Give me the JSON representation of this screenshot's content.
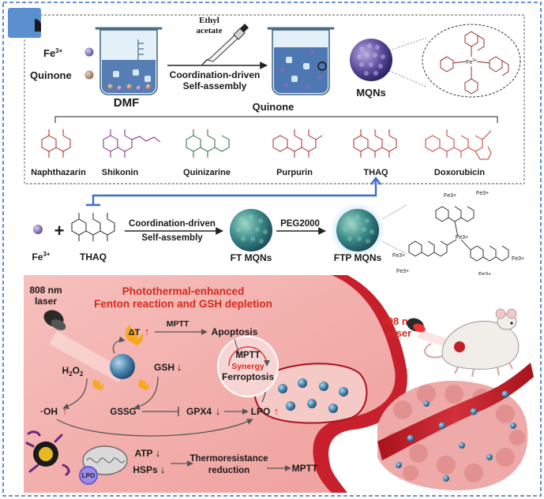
{
  "panel_top": {
    "reagents": {
      "fe": "Fe",
      "fe_sup": "3+",
      "quinone": "Quinone"
    },
    "solvent_label": "DMF",
    "pipette_label_line1": "Ethyl",
    "pipette_label_line2": "acetate",
    "arrow_label_line1": "Coordination-driven",
    "arrow_label_line2": "Self-assembly",
    "product_label": "MQNs",
    "quinone_header": "Quinone",
    "quinones": [
      "Naphthazarin",
      "Shikonin",
      "Quinizarine",
      "Purpurin",
      "THAQ",
      "Doxorubicin"
    ]
  },
  "panel_mid": {
    "fe": "Fe",
    "fe_sup": "3+",
    "plus": "+",
    "thaq": "THAQ",
    "arrow1_line1": "Coordination-driven",
    "arrow1_line2": "Self-assembly",
    "arrow2_label": "PEG2000",
    "ft_label": "FT MQNs",
    "ftp_label": "FTP MQNs",
    "fe_tags": [
      "Fe3+",
      "Fe3+",
      "Fe3+",
      "Fe3+",
      "Fe3+",
      "Fe3+",
      "Fe3+"
    ]
  },
  "panel_bottom": {
    "title_line1": "Photothermal-enhanced",
    "title_line2": "Fenton reaction and GSH depletion",
    "laser_left_line1": "808 nm",
    "laser_left_line2": "laser",
    "laser_right_line1": "808 nm",
    "laser_right_line2": "laser",
    "delta_t": "ΔT",
    "mptt": "MPTT",
    "apoptosis": "Apoptosis",
    "h2o2": "H",
    "h2o2_sub1": "2",
    "h2o2_mid": "O",
    "h2o2_sub2": "2",
    "gsh": "GSH",
    "oh": "·OH",
    "gssg": "GSSG",
    "gpx4": "GPX4",
    "lpo": "LPO",
    "synergy_top": "MPTT",
    "synergy": "Synergy",
    "ferroptosis": "Ferroptosis",
    "atp": "ATP",
    "hsps": "HSPs",
    "lpo_badge": "LPO",
    "thermo_line1": "Thermoresistance",
    "thermo_line2": "reduction",
    "mptt_up": "MPTT",
    "up_arrow": "↑",
    "down_arrow": "↓"
  },
  "colors": {
    "frame_blue": "#3a6fc4",
    "red_text": "#d42a1e",
    "tissue_pink": "#f0a9a8",
    "vessel_red": "#c0202a",
    "np_teal": "#4a90a0",
    "chem_red": "#b02020",
    "chem_purple": "#7a2a7a"
  }
}
